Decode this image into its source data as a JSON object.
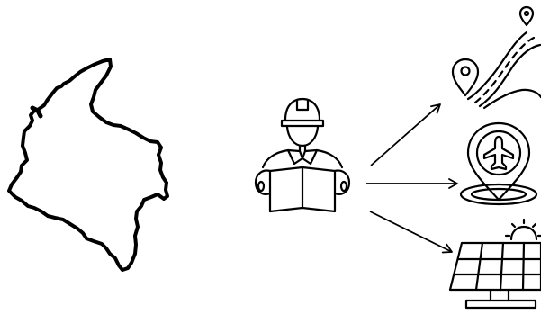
{
  "diagram": {
    "background_color": "#ffffff",
    "stroke_color": "#000000",
    "nodes": [
      {
        "id": "map",
        "icon": "country-map-outline-icon"
      },
      {
        "id": "engineer",
        "icon": "engineer-reading-blueprint-icon"
      },
      {
        "id": "route",
        "icon": "route-with-location-pins-icon"
      },
      {
        "id": "airport",
        "icon": "airport-location-pin-icon"
      },
      {
        "id": "solar",
        "icon": "solar-panel-with-sun-icon"
      }
    ],
    "edges": [
      {
        "from": "engineer",
        "to": "route"
      },
      {
        "from": "engineer",
        "to": "airport"
      },
      {
        "from": "engineer",
        "to": "solar"
      }
    ]
  }
}
